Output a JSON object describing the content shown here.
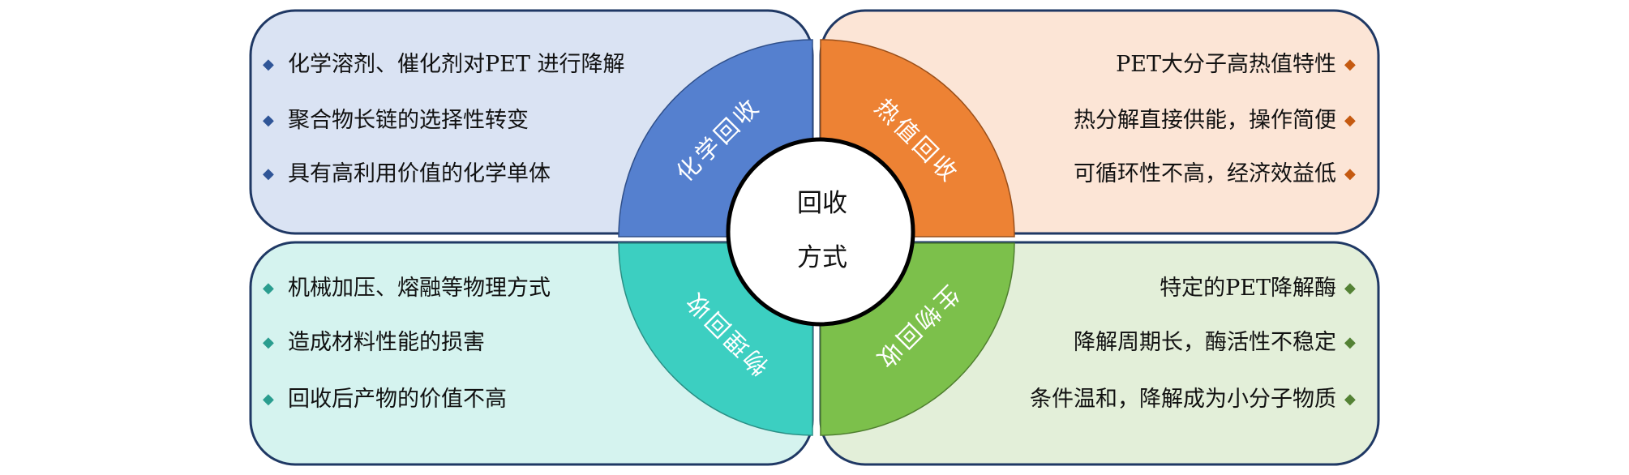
{
  "center": {
    "line1": "回收",
    "line2": "方式"
  },
  "quadrants": {
    "chemical": {
      "label": "化学回收",
      "color": "#5580cf",
      "bg": "#dae3f3",
      "bullet_color": "#2f5597",
      "items": [
        "化学溶剂、催化剂对PET 进行降解",
        "聚合物长链的选择性转变",
        "具有高利用价值的化学单体"
      ]
    },
    "thermal": {
      "label": "热值回收",
      "color": "#ed8234",
      "bg": "#fce5d6",
      "bullet_color": "#c55a11",
      "items": [
        "PET大分子高热值特性",
        "热分解直接供能，操作简便",
        "可循环性不高，经济效益低"
      ]
    },
    "physical": {
      "label": "物理回收",
      "color": "#3ccfc1",
      "bg": "#d5f3ef",
      "bullet_color": "#2a9d8f",
      "items": [
        "机械加压、熔融等物理方式",
        "造成材料性能的损害",
        "回收后产物的价值不高"
      ]
    },
    "biological": {
      "label": "生物回收",
      "color": "#7cc04b",
      "bg": "#e3efd9",
      "bullet_color": "#548235",
      "items": [
        "特定的PET降解酶",
        "降解周期长，酶活性不稳定",
        "条件温和，降解成为小分子物质"
      ]
    }
  },
  "bullet_icon": "diamond-icon",
  "border_color": "#1f3864"
}
